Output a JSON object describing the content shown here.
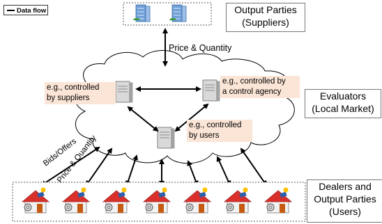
{
  "legend": {
    "label": "Data flow"
  },
  "output_parties": {
    "line1": "Output Parties",
    "line2": "(Suppliers)"
  },
  "price_quantity_top": "Price & Quantity",
  "evaluators": {
    "line1": "Evaluators",
    "line2": "(Local Market)"
  },
  "servers": [
    {
      "line1": "e.g., controlled",
      "line2": "by suppliers"
    },
    {
      "line1": "e.g., controlled by",
      "line2": "a control agency"
    },
    {
      "line1": "e.g., controlled",
      "line2": "by users"
    }
  ],
  "bids_offers": "Bids/Offers",
  "price_quantity_diag": "Price & Quantity",
  "dealers": {
    "line1": "Dealers and",
    "line2": "Output Parties",
    "line3": "(Users)"
  }
}
